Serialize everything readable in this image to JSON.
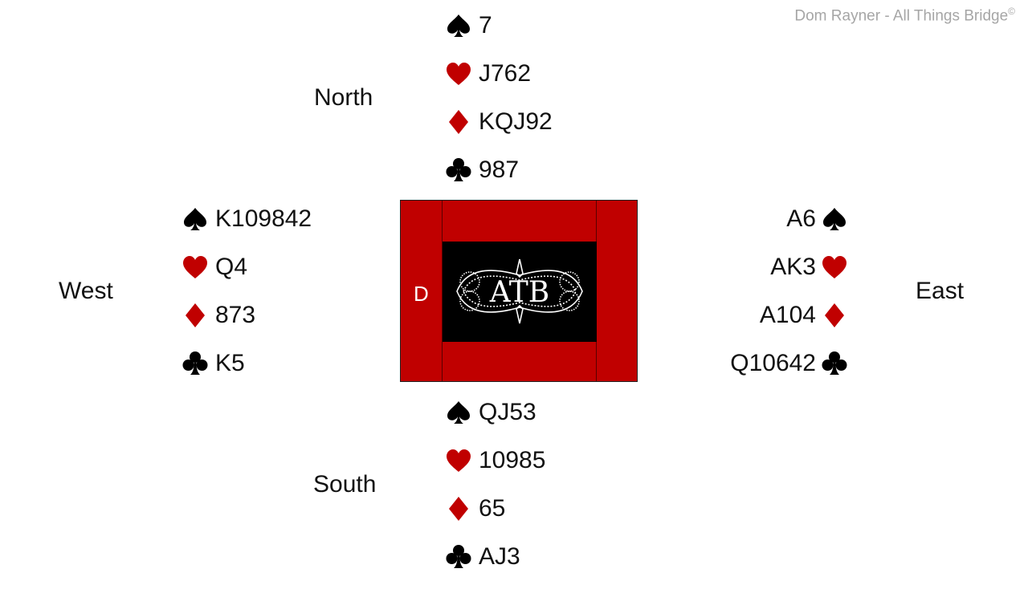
{
  "credit": "Dom Rayner  - All Things Bridge",
  "credit_mark": "©",
  "colors": {
    "red": "#c00000",
    "black": "#000000",
    "table": "#c00000",
    "logo_bg": "#000000"
  },
  "dealer": "D",
  "logo_text": "ATB",
  "seats": {
    "north": {
      "label": "North",
      "suits": [
        {
          "suit": "spade-icon",
          "cards": "7"
        },
        {
          "suit": "heart-icon",
          "cards": "J762"
        },
        {
          "suit": "diamond-icon",
          "cards": "KQJ92"
        },
        {
          "suit": "club-icon",
          "cards": "987"
        }
      ]
    },
    "west": {
      "label": "West",
      "suits": [
        {
          "suit": "spade-icon",
          "cards": "K109842"
        },
        {
          "suit": "heart-icon",
          "cards": "Q4"
        },
        {
          "suit": "diamond-icon",
          "cards": "873"
        },
        {
          "suit": "club-icon",
          "cards": "K5"
        }
      ]
    },
    "east": {
      "label": "East",
      "suits": [
        {
          "suit": "spade-icon",
          "cards": "A6"
        },
        {
          "suit": "heart-icon",
          "cards": "AK3"
        },
        {
          "suit": "diamond-icon",
          "cards": "A104"
        },
        {
          "suit": "club-icon",
          "cards": "Q10642"
        }
      ]
    },
    "south": {
      "label": "South",
      "suits": [
        {
          "suit": "spade-icon",
          "cards": "QJ53"
        },
        {
          "suit": "heart-icon",
          "cards": "10985"
        },
        {
          "suit": "diamond-icon",
          "cards": "65"
        },
        {
          "suit": "club-icon",
          "cards": "AJ3"
        }
      ]
    }
  }
}
